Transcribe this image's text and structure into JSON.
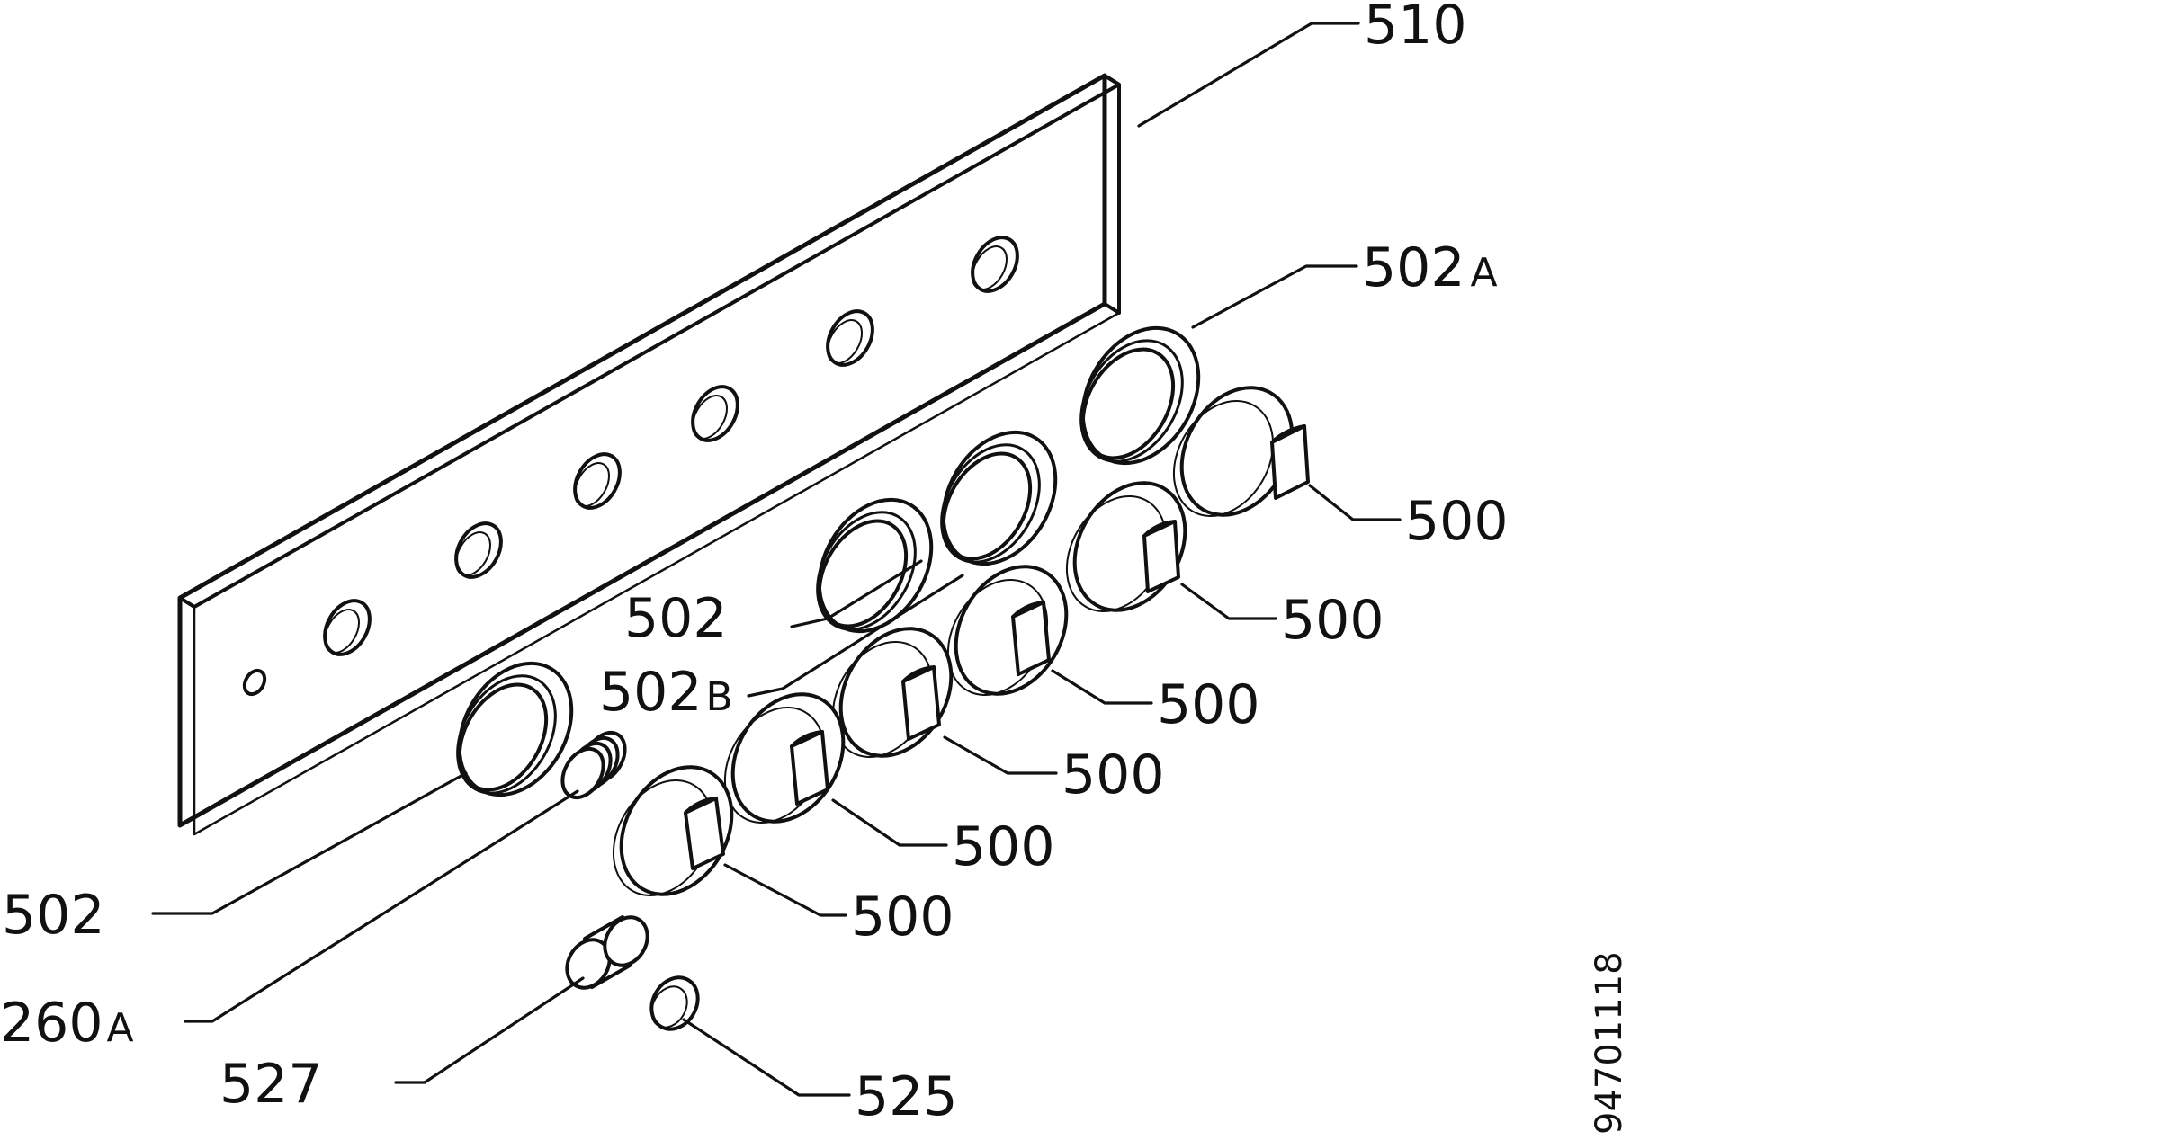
{
  "callouts": {
    "c510": "510",
    "c502a": {
      "num": "502",
      "suffix": "A"
    },
    "c500_1": "500",
    "c500_2": "500",
    "c500_3": "500",
    "c500_4": "500",
    "c500_5": "500",
    "c500_6": "500",
    "c502_mid": "502",
    "c502b": {
      "num": "502",
      "suffix": "B"
    },
    "c502_left": "502",
    "c260a": {
      "num": "260",
      "suffix": "A"
    },
    "c527": "527",
    "c525": "525"
  },
  "document_number": "94701118"
}
